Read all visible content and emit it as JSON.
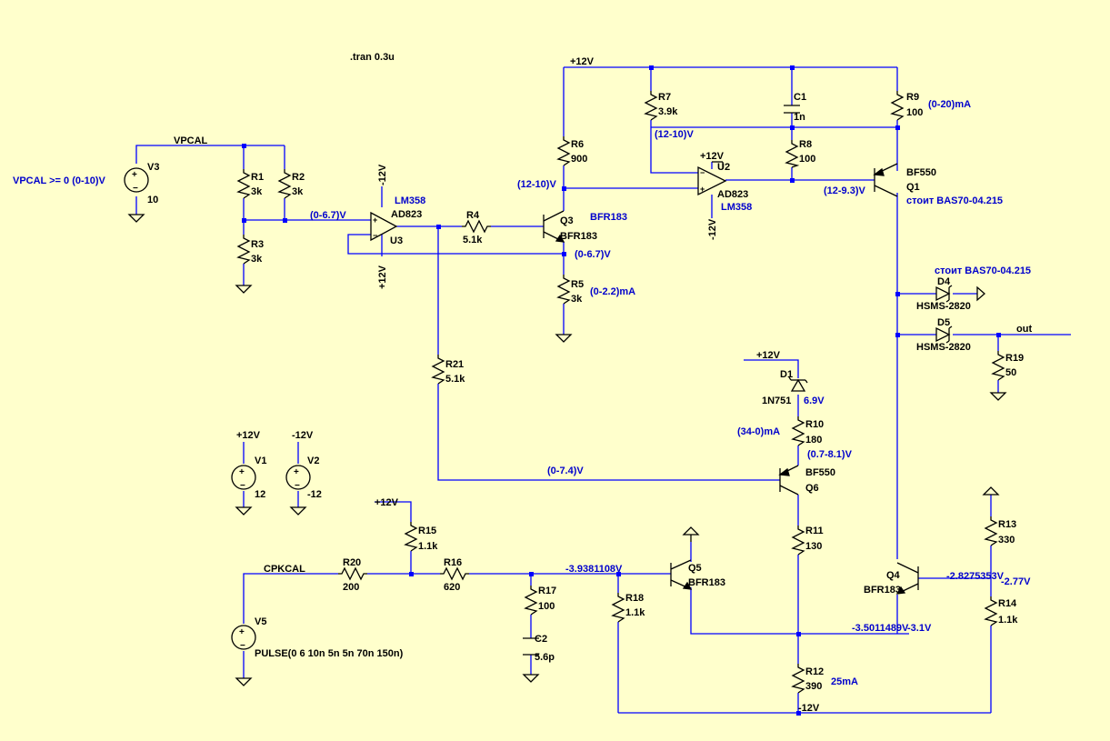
{
  "directive": ".tran 0.3u",
  "nets": {
    "vpcal": "VPCAL",
    "cpkcal": "CPKCAL",
    "out": "out",
    "p12": "+12V",
    "m12": "-12V"
  },
  "components": {
    "R1": {
      "name": "R1",
      "value": "3k"
    },
    "R2": {
      "name": "R2",
      "value": "3k"
    },
    "R3": {
      "name": "R3",
      "value": "3k"
    },
    "R4": {
      "name": "R4",
      "value": "5.1k"
    },
    "R5": {
      "name": "R5",
      "value": "3k"
    },
    "R6": {
      "name": "R6",
      "value": "900"
    },
    "R7": {
      "name": "R7",
      "value": "3.9k"
    },
    "R8": {
      "name": "R8",
      "value": "100"
    },
    "R9": {
      "name": "R9",
      "value": "100"
    },
    "R10": {
      "name": "R10",
      "value": "180"
    },
    "R11": {
      "name": "R11",
      "value": "130"
    },
    "R12": {
      "name": "R12",
      "value": "390"
    },
    "R13": {
      "name": "R13",
      "value": "330"
    },
    "R14": {
      "name": "R14",
      "value": "1.1k"
    },
    "R15": {
      "name": "R15",
      "value": "1.1k"
    },
    "R16": {
      "name": "R16",
      "value": "620"
    },
    "R17": {
      "name": "R17",
      "value": "100"
    },
    "R18": {
      "name": "R18",
      "value": "1.1k"
    },
    "R19": {
      "name": "R19",
      "value": "50"
    },
    "R20": {
      "name": "R20",
      "value": "200"
    },
    "R21": {
      "name": "R21",
      "value": "5.1k"
    },
    "C1": {
      "name": "C1",
      "value": "1n"
    },
    "C2": {
      "name": "C2",
      "value": "5.6p"
    },
    "D1": {
      "name": "D1",
      "value": "1N751"
    },
    "D4": {
      "name": "D4",
      "value": "HSMS-2820"
    },
    "D5": {
      "name": "D5",
      "value": "HSMS-2820"
    },
    "Q1": {
      "name": "Q1",
      "value": "BF550"
    },
    "Q3": {
      "name": "Q3",
      "value": "BFR183"
    },
    "Q4": {
      "name": "Q4",
      "value": "BFR183"
    },
    "Q5": {
      "name": "Q5",
      "value": "BFR183"
    },
    "Q6": {
      "name": "Q6",
      "value": "BF550"
    },
    "U2": {
      "name": "U2",
      "value": "AD823"
    },
    "U3": {
      "name": "U3",
      "value": "AD823"
    },
    "V1": {
      "name": "V1",
      "value": "12"
    },
    "V2": {
      "name": "V2",
      "value": "-12"
    },
    "V3": {
      "name": "V3",
      "value": "10"
    },
    "V5": {
      "name": "V5",
      "value": "PULSE(0 6 10n 5n 5n 70n 150n)"
    }
  },
  "annotations": {
    "vpcal_range": "VPCAL >= 0 (0-10)V",
    "u3_alt": "LM358",
    "u2_alt": "LM358",
    "q3_alt": "BFR183",
    "q1_alt": "стоит BAS70-04.215",
    "d4_alt": "стоит BAS70-04.215",
    "u3_in": "(0-6.7)V",
    "q3_c": "(12-10)V",
    "q3_e": "(0-6.7)V",
    "r5_i": "(0-2.2)mA",
    "r7_n": "(12-10)V",
    "r9_i": "(0-20)mA",
    "q1_b": "(12-9.3)V",
    "d1_v": "6.9V",
    "r10_i": "(34-0)mA",
    "q6_e": "(0.7-8.1)V",
    "q6_b": "(0-7.4)V",
    "q5_b": "-3.9381108V",
    "q4_b": "-2.8275353V",
    "q4_b2": "-2.77V",
    "q5_e": "-3.5011489V",
    "q5_e2": "-3.1V",
    "r12_i": "25mA"
  }
}
